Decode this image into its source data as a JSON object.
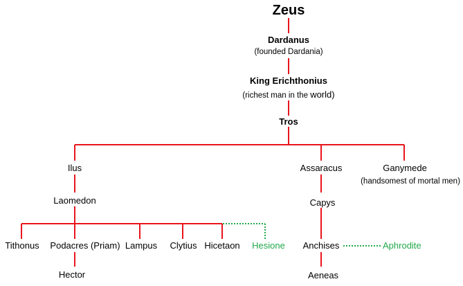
{
  "colors": {
    "line": "#e8141b",
    "partner_line": "#22a84a",
    "partner_text": "#22a84a",
    "text": "#000000"
  },
  "nodes": {
    "zeus": "Zeus",
    "dardanus": "Dardanus",
    "dardanus_note": "(founded Dardania)",
    "erichthonius": "King Erichthonius",
    "erichthonius_note_pre": "(richest man in the ",
    "erichthonius_note_word": "world",
    "erichthonius_note_post": ")",
    "tros": "Tros",
    "ilus": "Ilus",
    "assaracus": "Assaracus",
    "ganymede": "Ganymede",
    "ganymede_note": "(handsomest of mortal men)",
    "laomedon": "Laomedon",
    "capys": "Capys",
    "tithonus": "Tithonus",
    "podacres": "Podacres (Priam)",
    "lampus": "Lampus",
    "clytius": "Clytius",
    "hicetaon": "Hicetaon",
    "hesione": "Hesione",
    "anchises": "Anchises",
    "aphrodite": "Aphrodite",
    "hector": "Hector",
    "aeneas": "Aeneas"
  }
}
